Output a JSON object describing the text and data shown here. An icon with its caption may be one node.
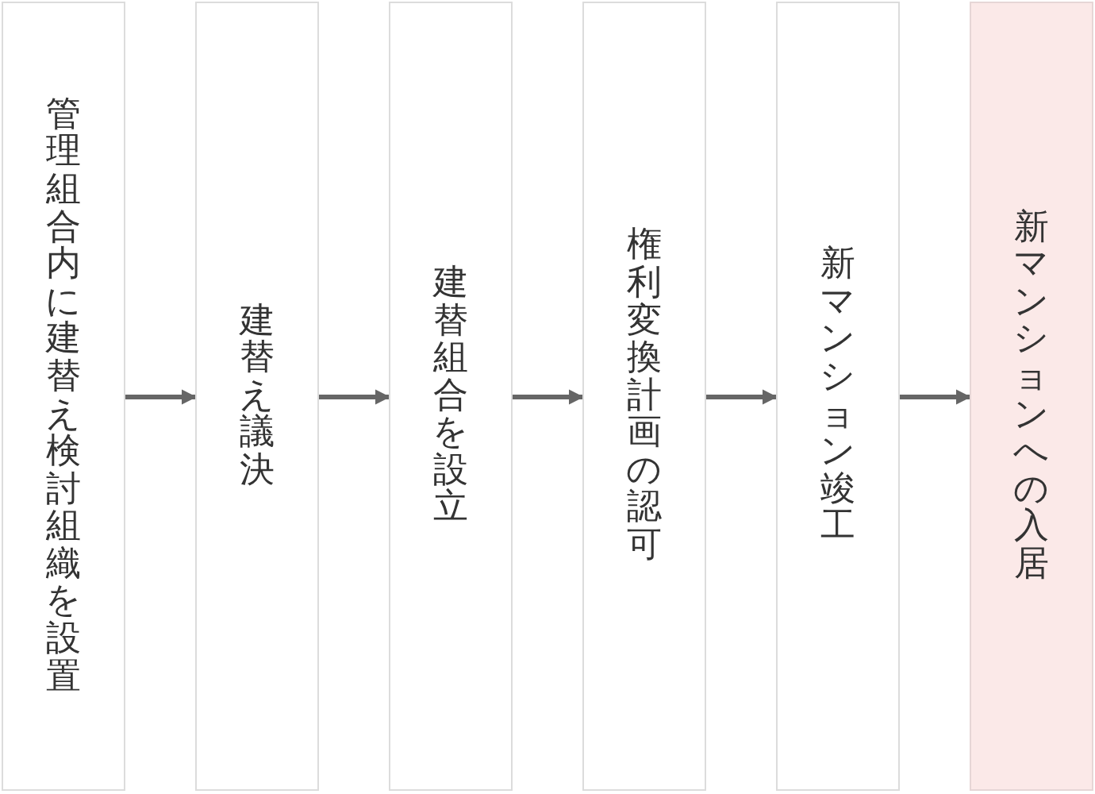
{
  "diagram": {
    "nodes": [
      {
        "text": [
          "管理組合内に建替え検討組織を設置"
        ]
      },
      {
        "text": [
          "建替え議決"
        ]
      },
      {
        "text": [
          "建替組合を設立"
        ]
      },
      {
        "text": [
          "権利変換計画の認可"
        ]
      },
      {
        "text": [
          "新マンション竣工"
        ]
      },
      {
        "text": [
          "新マンションへの入居"
        ]
      }
    ],
    "edges": [
      {
        "from": 0,
        "to": 1,
        "arrow": "to"
      },
      {
        "from": 1,
        "to": 2,
        "arrow": "to"
      },
      {
        "from": 2,
        "to": 3,
        "arrow": "to"
      },
      {
        "from": 3,
        "to": 4,
        "arrow": "to"
      },
      {
        "from": 4,
        "to": 5,
        "arrow": "to"
      }
    ]
  }
}
